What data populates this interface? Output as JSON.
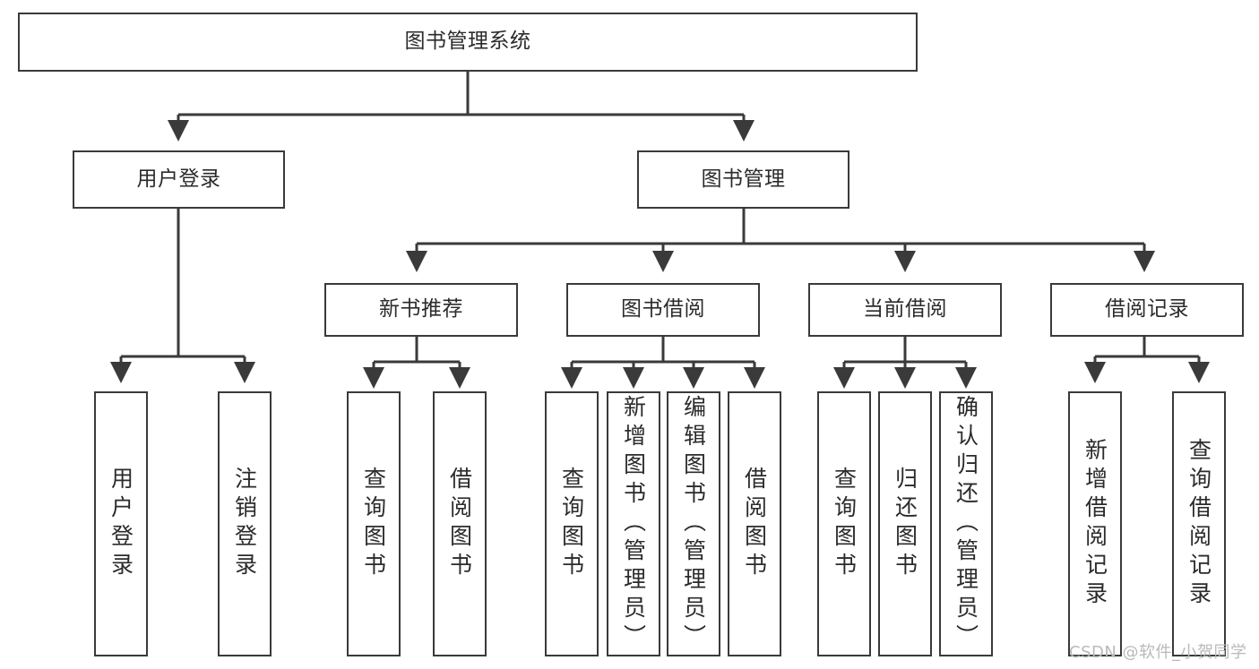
{
  "diagram": {
    "type": "hierarchy-tree",
    "title": "图书管理系统",
    "root": {
      "label": "图书管理系统"
    },
    "level2": [
      {
        "label": "用户登录"
      },
      {
        "label": "图书管理"
      }
    ],
    "level3": [
      {
        "label": "新书推荐"
      },
      {
        "label": "图书借阅"
      },
      {
        "label": "当前借阅"
      },
      {
        "label": "借阅记录"
      }
    ],
    "leaves": {
      "user_login": [
        {
          "label": "用户登录"
        },
        {
          "label": "注销登录"
        }
      ],
      "new_book_recommend": [
        {
          "label": "查询图书"
        },
        {
          "label": "借阅图书"
        }
      ],
      "book_borrow": [
        {
          "label": "查询图书"
        },
        {
          "label": "新增图书（管理员）"
        },
        {
          "label": "编辑图书（管理员）"
        },
        {
          "label": "借阅图书"
        }
      ],
      "current_borrow": [
        {
          "label": "查询图书"
        },
        {
          "label": "归还图书"
        },
        {
          "label": "确认归还（管理员）"
        }
      ],
      "borrow_record": [
        {
          "label": "新增借阅记录"
        },
        {
          "label": "查询借阅记录"
        }
      ]
    }
  },
  "watermark": {
    "text": "CSDN @软件_小贺同学"
  },
  "colors": {
    "stroke": "#3a3a3a",
    "text": "#2b2b2b",
    "background": "#ffffff",
    "watermark": "#b9b9b9"
  }
}
